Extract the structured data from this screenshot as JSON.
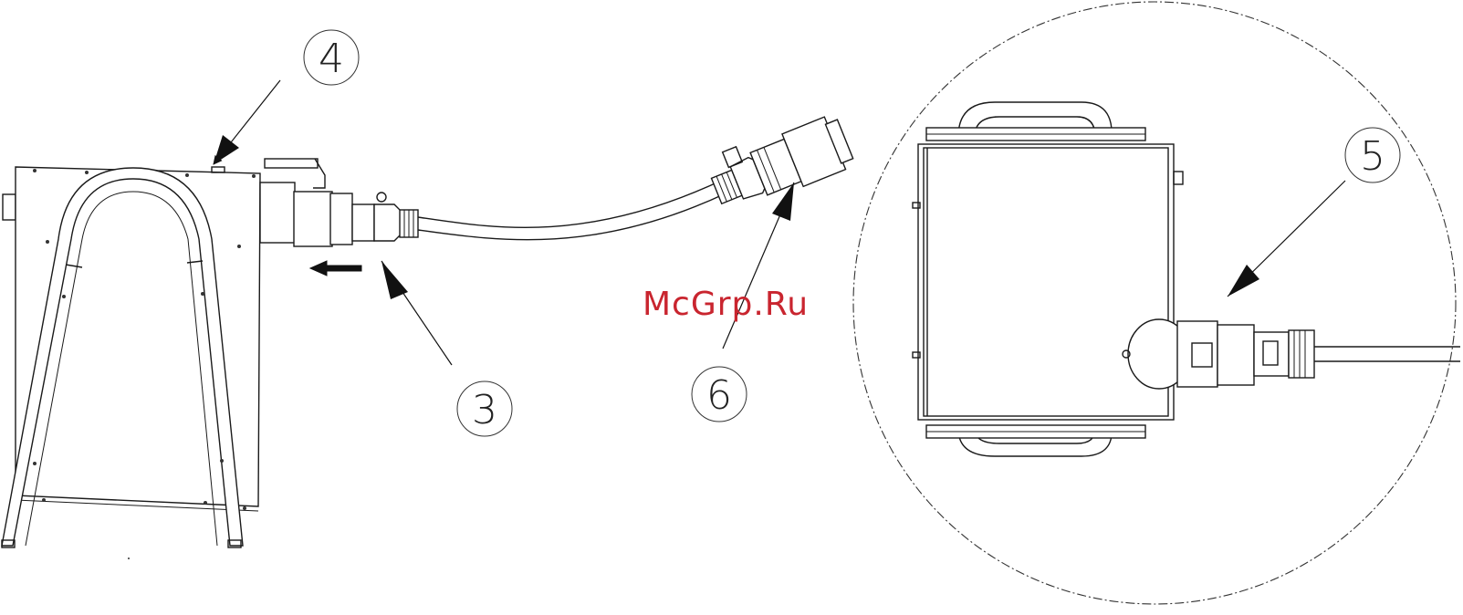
{
  "watermark": "McGrp.Ru",
  "callouts": {
    "c3": "3",
    "c4": "4",
    "c5": "5",
    "c6": "6"
  },
  "colors": {
    "line": "#1a1a1a",
    "watermark": "#c9252f"
  }
}
